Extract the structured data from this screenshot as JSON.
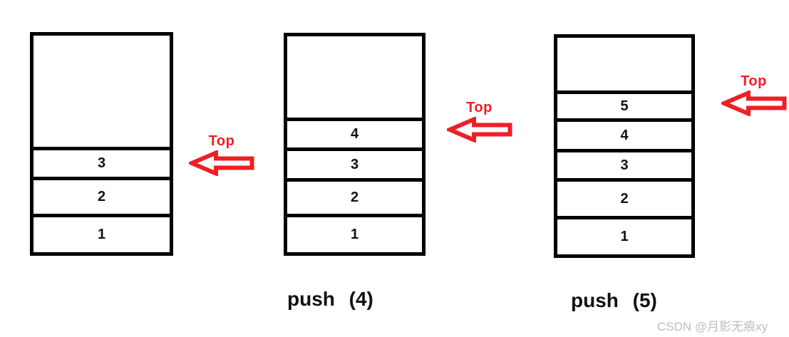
{
  "colors": {
    "background": "#ffffff",
    "stack_border": "#000000",
    "arrow_red": "#ed2024",
    "watermark_gray": "#bdbdbd"
  },
  "stacks": [
    {
      "id": "stack-initial",
      "cells": [
        "3",
        "2",
        "1"
      ],
      "top_label": "Top"
    },
    {
      "id": "stack-after-push-4",
      "cells": [
        "4",
        "3",
        "2",
        "1"
      ],
      "top_label": "Top",
      "caption": "push (4)"
    },
    {
      "id": "stack-after-push-5",
      "cells": [
        "5",
        "4",
        "3",
        "2",
        "1"
      ],
      "top_label": "Top",
      "caption": "push (5)"
    }
  ],
  "icons": {
    "top_arrow": "left-block-arrow"
  },
  "watermark": "CSDN @月影无痕xy"
}
